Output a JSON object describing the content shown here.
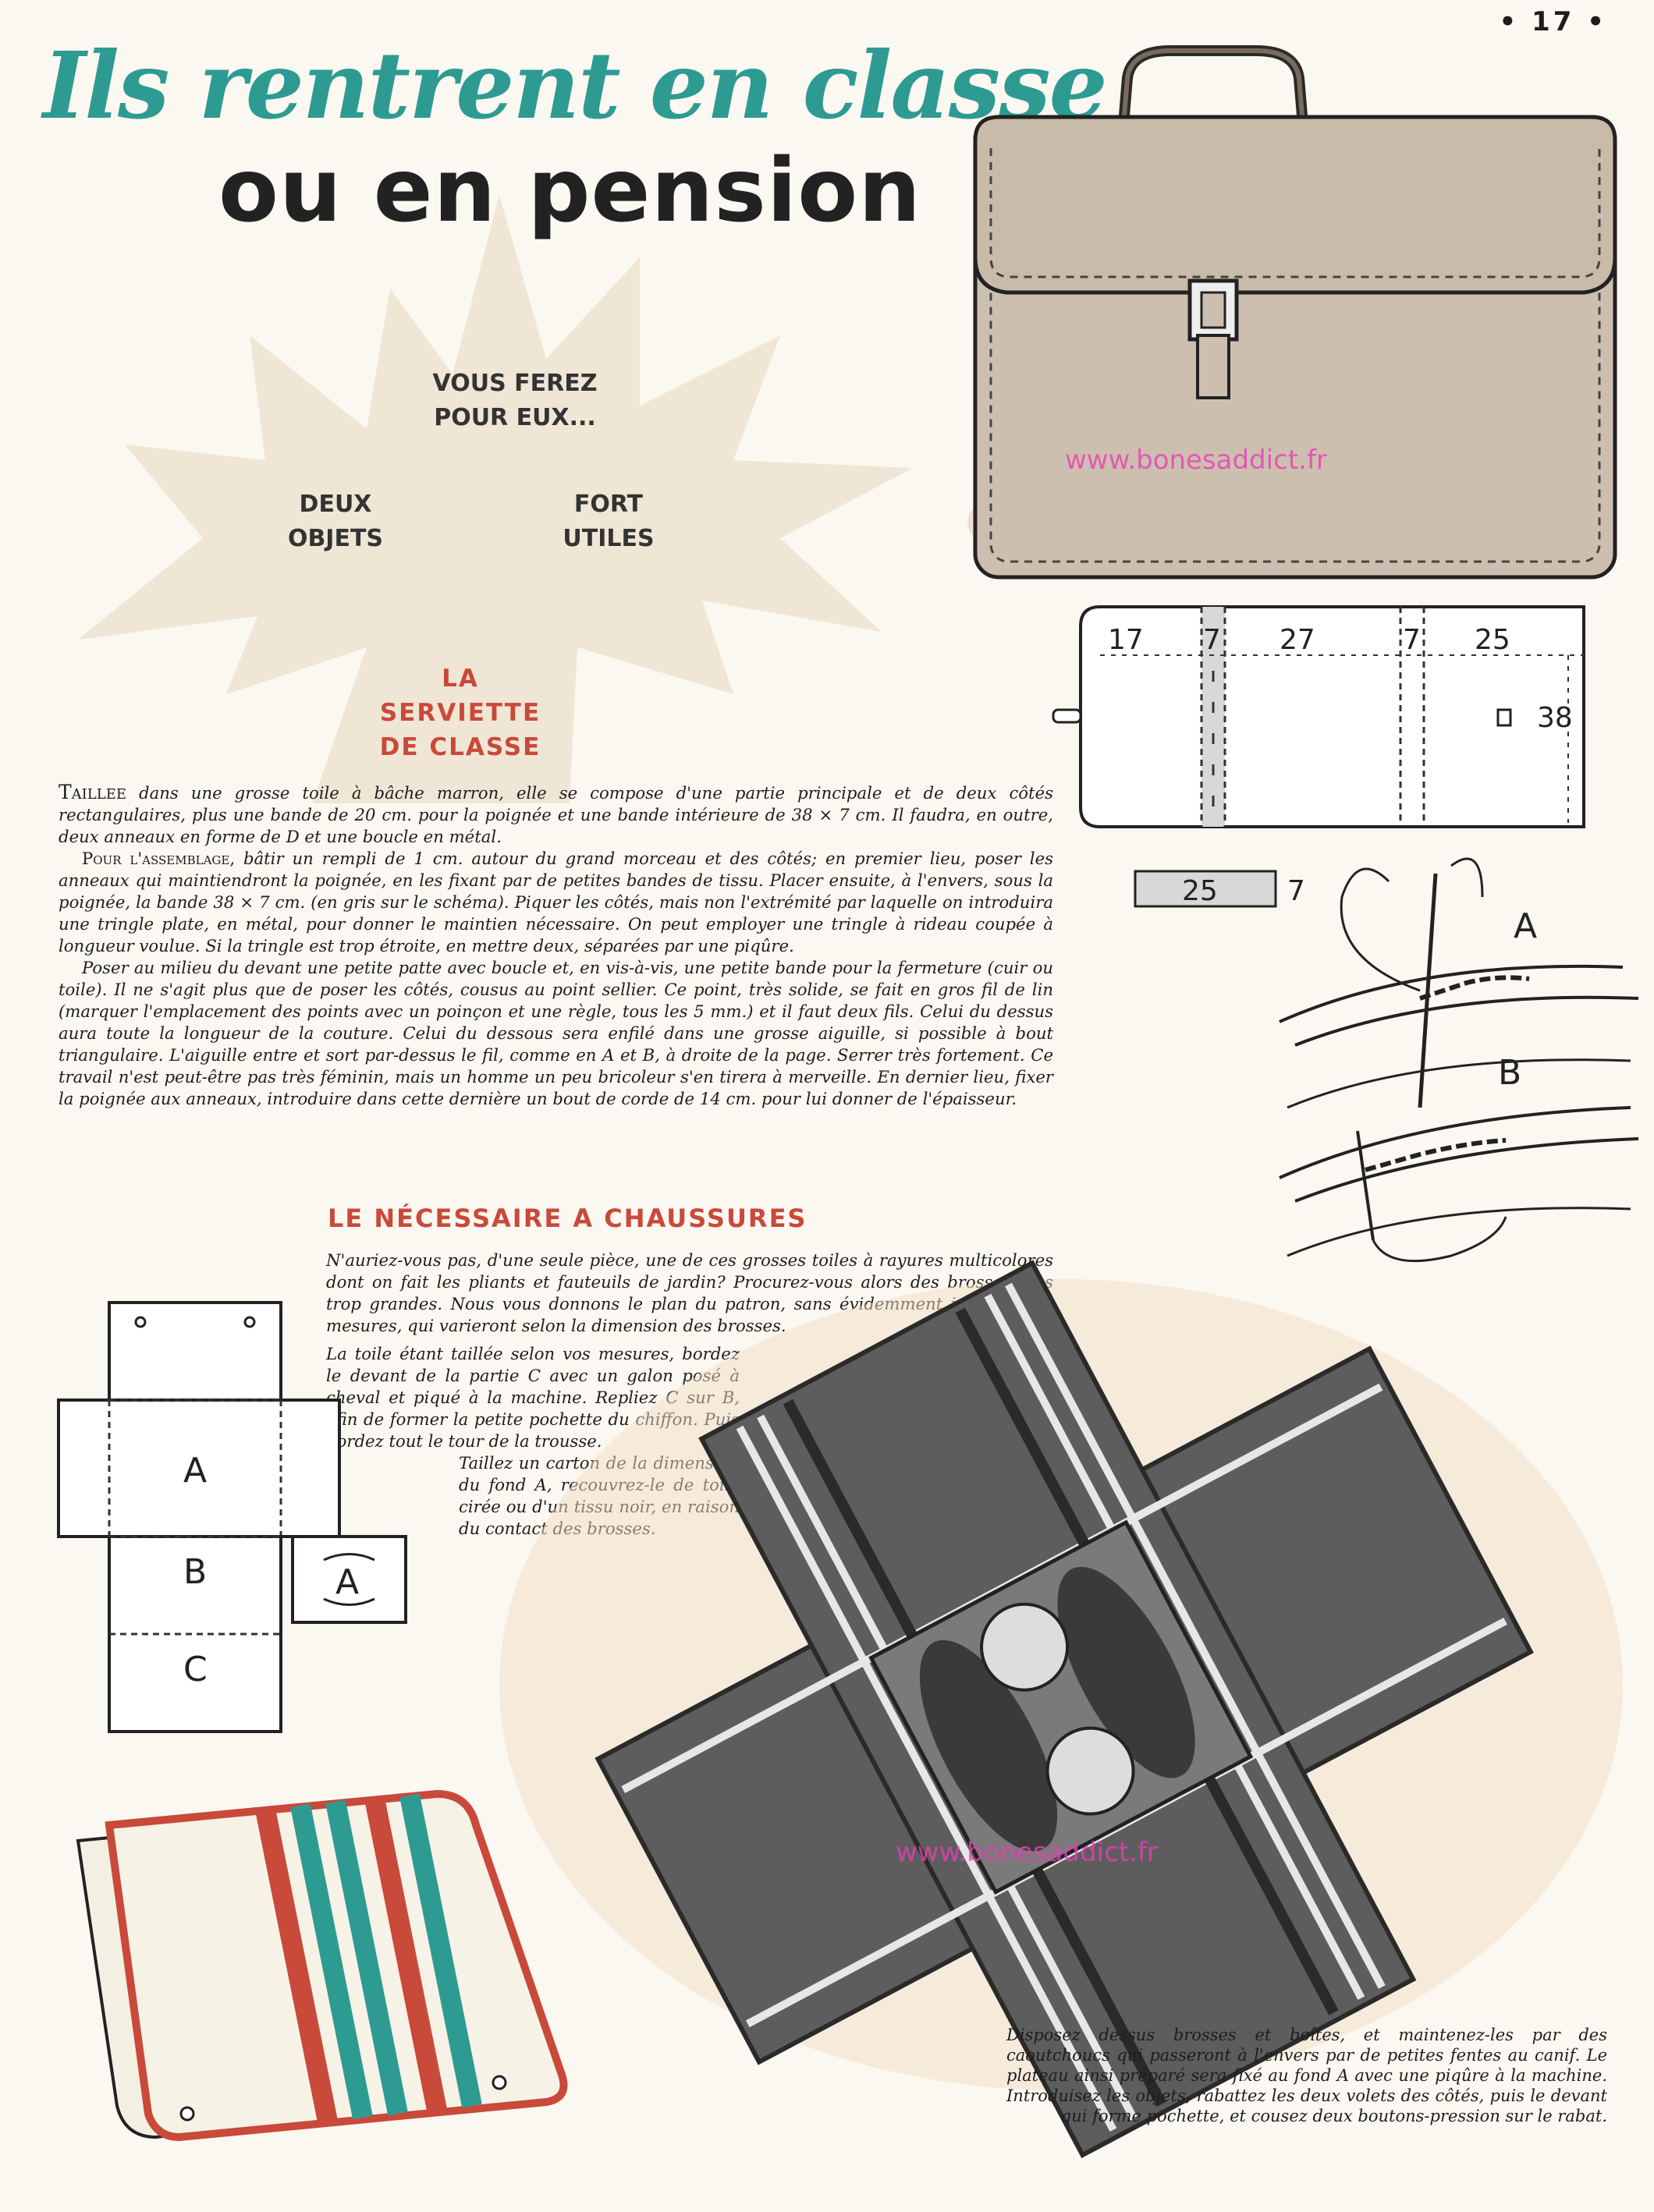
{
  "page_number": "• 17 •",
  "title": {
    "line1": "Ils rentrent en classe",
    "line2": "ou en pension"
  },
  "intro": {
    "vous_ferez": [
      "VOUS FEREZ",
      "POUR EUX..."
    ],
    "deux_objets": [
      "DEUX",
      "OBJETS"
    ],
    "fort_utiles": [
      "FORT",
      "UTILES"
    ]
  },
  "serviette_heading": [
    "LA",
    "SERVIETTE",
    "DE CLASSE"
  ],
  "serviette_text": {
    "p1_lead": "Taillee",
    "p1": " dans une grosse toile à bâche marron, elle se compose d'une partie principale et de deux côtés rectangulaires, plus une bande de 20 cm. pour la poignée et une bande intérieure de 38 × 7 cm. Il faudra, en outre, deux anneaux en forme de D et une boucle en métal.",
    "p2_lead": "Pour l'assemblage,",
    "p2": " bâtir un rempli de 1 cm. autour du grand morceau et des côtés; en premier lieu, poser les anneaux qui maintiendront la poignée, en les fixant par de petites bandes de tissu. Placer ensuite, à l'envers, sous la poignée, la bande 38 × 7 cm. (en gris sur le schéma). Piquer les côtés, mais non l'extrémité par laquelle on introduira une tringle plate, en métal, pour donner le maintien nécessaire. On peut employer une tringle à rideau coupée à longueur voulue. Si la tringle est trop étroite, en mettre deux, séparées par une piqûre.",
    "p3": "Poser au milieu du devant une petite patte avec boucle et, en vis-à-vis, une petite bande pour la fermeture (cuir ou toile). Il ne s'agit plus que de poser les côtés, cousus au point sellier. Ce point, très solide, se fait en gros fil de lin (marquer l'emplacement des points avec un poinçon et une règle, tous les 5 mm.) et il faut deux fils. Celui du dessus aura toute la longueur de la couture. Celui du dessous sera enfilé dans une grosse aiguille, si possible à bout triangulaire. L'aiguille entre et sort par-dessus le fil, comme en A et B, à droite de la page. Serrer très fortement. Ce travail n'est peut-être pas très féminin, mais un homme un peu bricoleur s'en tirera à merveille. En dernier lieu, fixer la poignée aux anneaux, introduire dans cette dernière un bout de corde de 14 cm. pour lui donner de l'épaisseur."
  },
  "necessaire_heading": "LE NÉCESSAIRE A CHAUSSURES",
  "necessaire_text": {
    "a": "N'auriez-vous pas, d'une seule pièce, une de ces grosses toiles à rayures multicolores dont on fait les pliants et fauteuils de jardin? Procurez-vous alors des brosses, pas trop grandes. Nous vous donnons le plan du patron, sans évidemment indiquer les mesures, qui varieront selon la dimension des brosses.",
    "b": "La toile étant taillée selon vos mesures, bordez le devant de la partie C avec un galon posé à cheval et piqué à la machine. Repliez C sur B, afin de former la petite pochette du chiffon. Puis bordez tout le tour de la trousse.",
    "c": "Taillez un carton de la dimension du fond A, recouvrez-le de toile cirée ou d'un tissu noir, en raison du contact des brosses."
  },
  "caption": "Disposez dessus brosses et boîtes, et maintenez-les par des caoutchoucs qui passeront à l'envers par de petites fentes au canif. Le plateau ainsi préparé sera fixé au fond A avec une piqûre à la machine. Introduisez les objets, rabattez les deux volets des côtés, puis le devant qui forme pochette, et cousez deux boutons-pression sur le rabat.",
  "pattern_dims": [
    "17",
    "7",
    "27",
    "7",
    "25",
    "38",
    "25",
    "7"
  ],
  "stitch_labels": [
    "A",
    "B"
  ],
  "kit_labels": [
    "A",
    "B",
    "C",
    "A"
  ],
  "watermarks": [
    "www.bonesaddict.fr",
    "www.bonesaddict.fr"
  ],
  "colors": {
    "teal": "#2e9b92",
    "red": "#c9493a",
    "bag": "#cdbfaf"
  }
}
